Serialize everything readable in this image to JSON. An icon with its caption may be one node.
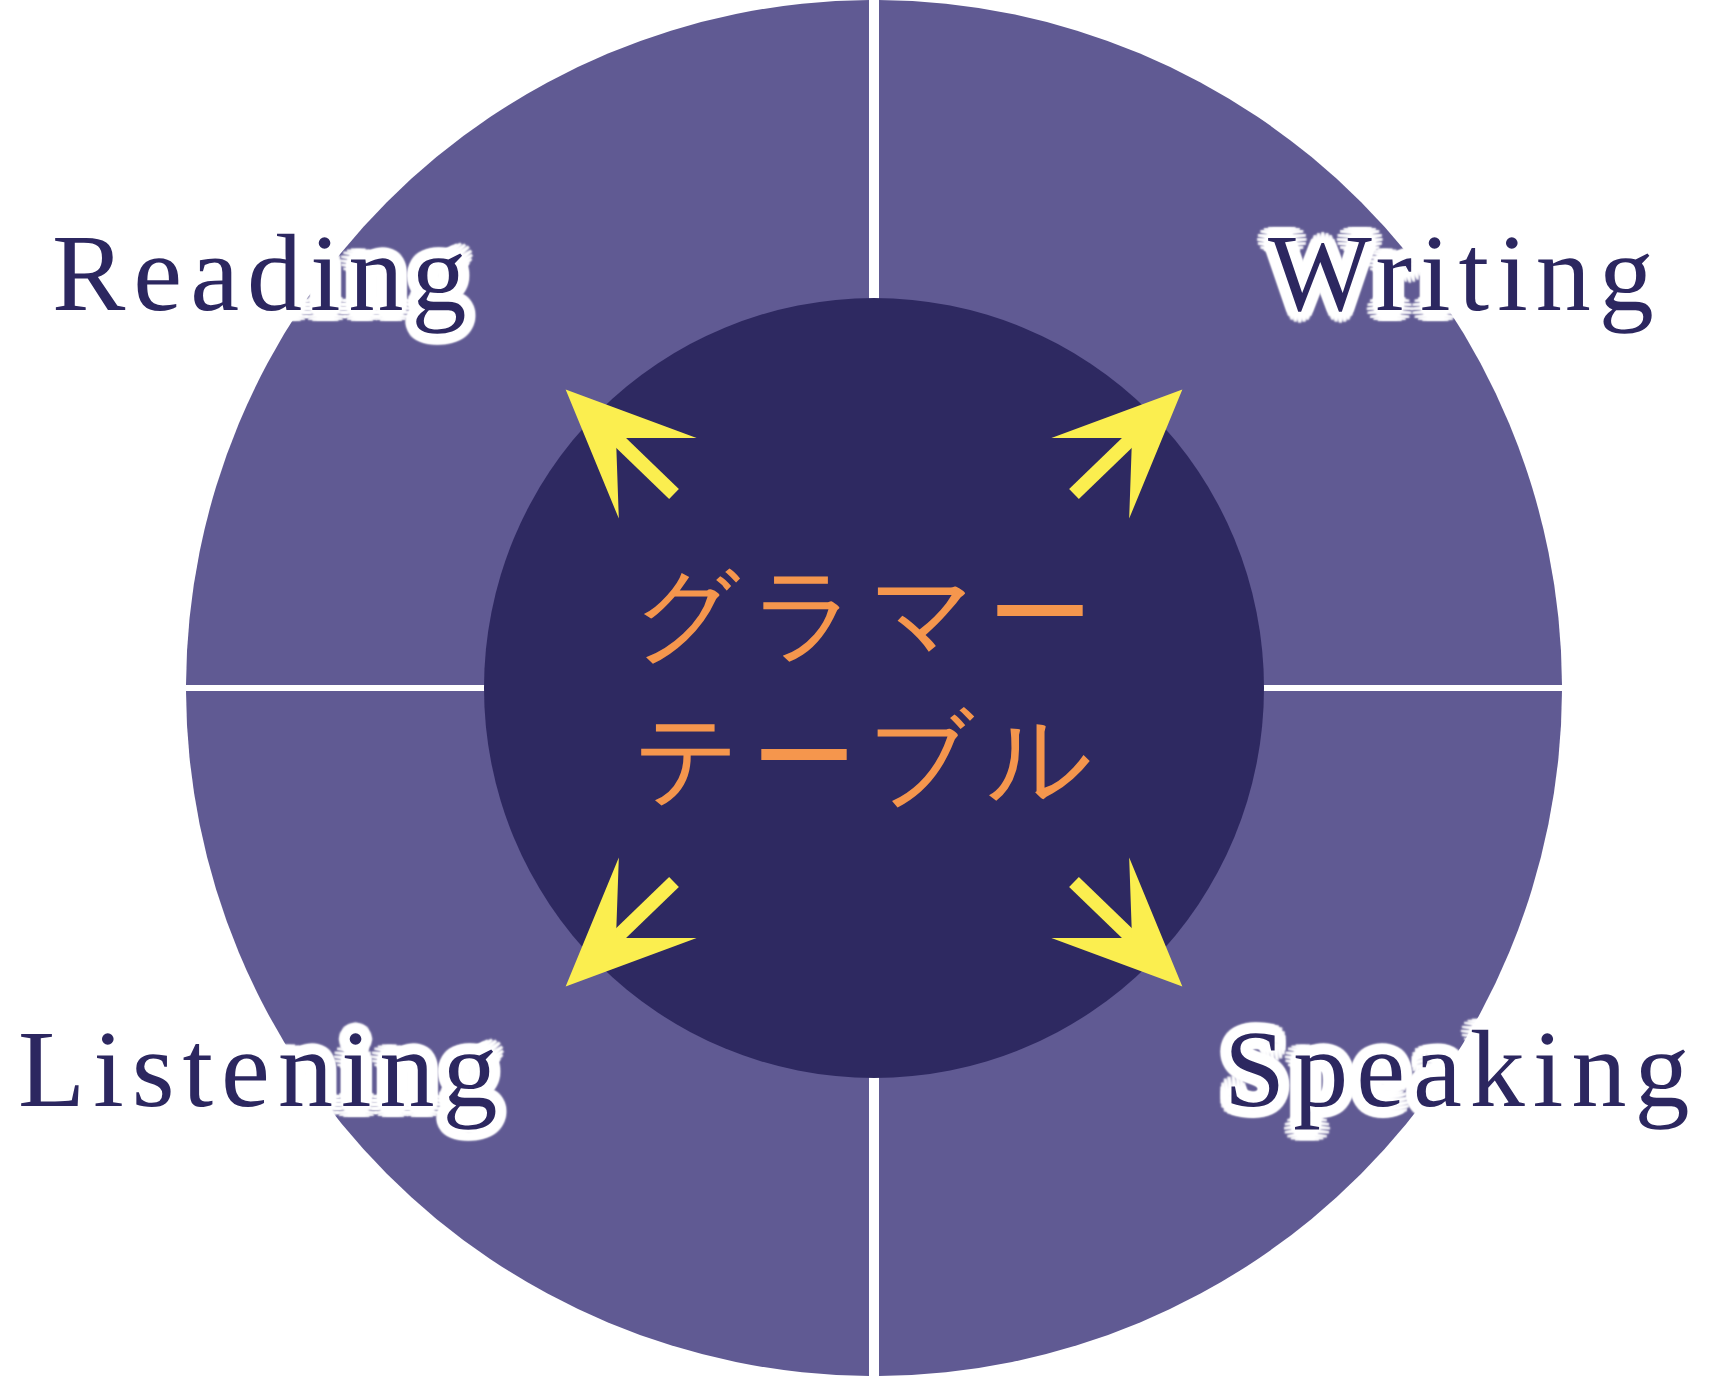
{
  "diagram": {
    "nodes": [
      {
        "text": [
          "Reading"
        ]
      },
      {
        "text": [
          "Writing"
        ]
      },
      {
        "text": [
          "グラマーテーブル"
        ]
      },
      {
        "text": [
          "Listening"
        ]
      },
      {
        "text": [
          "Speaking"
        ]
      }
    ],
    "edges": [
      {
        "from": 2,
        "to": 0,
        "arrow": "to"
      },
      {
        "from": 2,
        "to": 1,
        "arrow": "to"
      },
      {
        "from": 2,
        "to": 3,
        "arrow": "to"
      },
      {
        "from": 2,
        "to": 4,
        "arrow": "to"
      }
    ]
  }
}
